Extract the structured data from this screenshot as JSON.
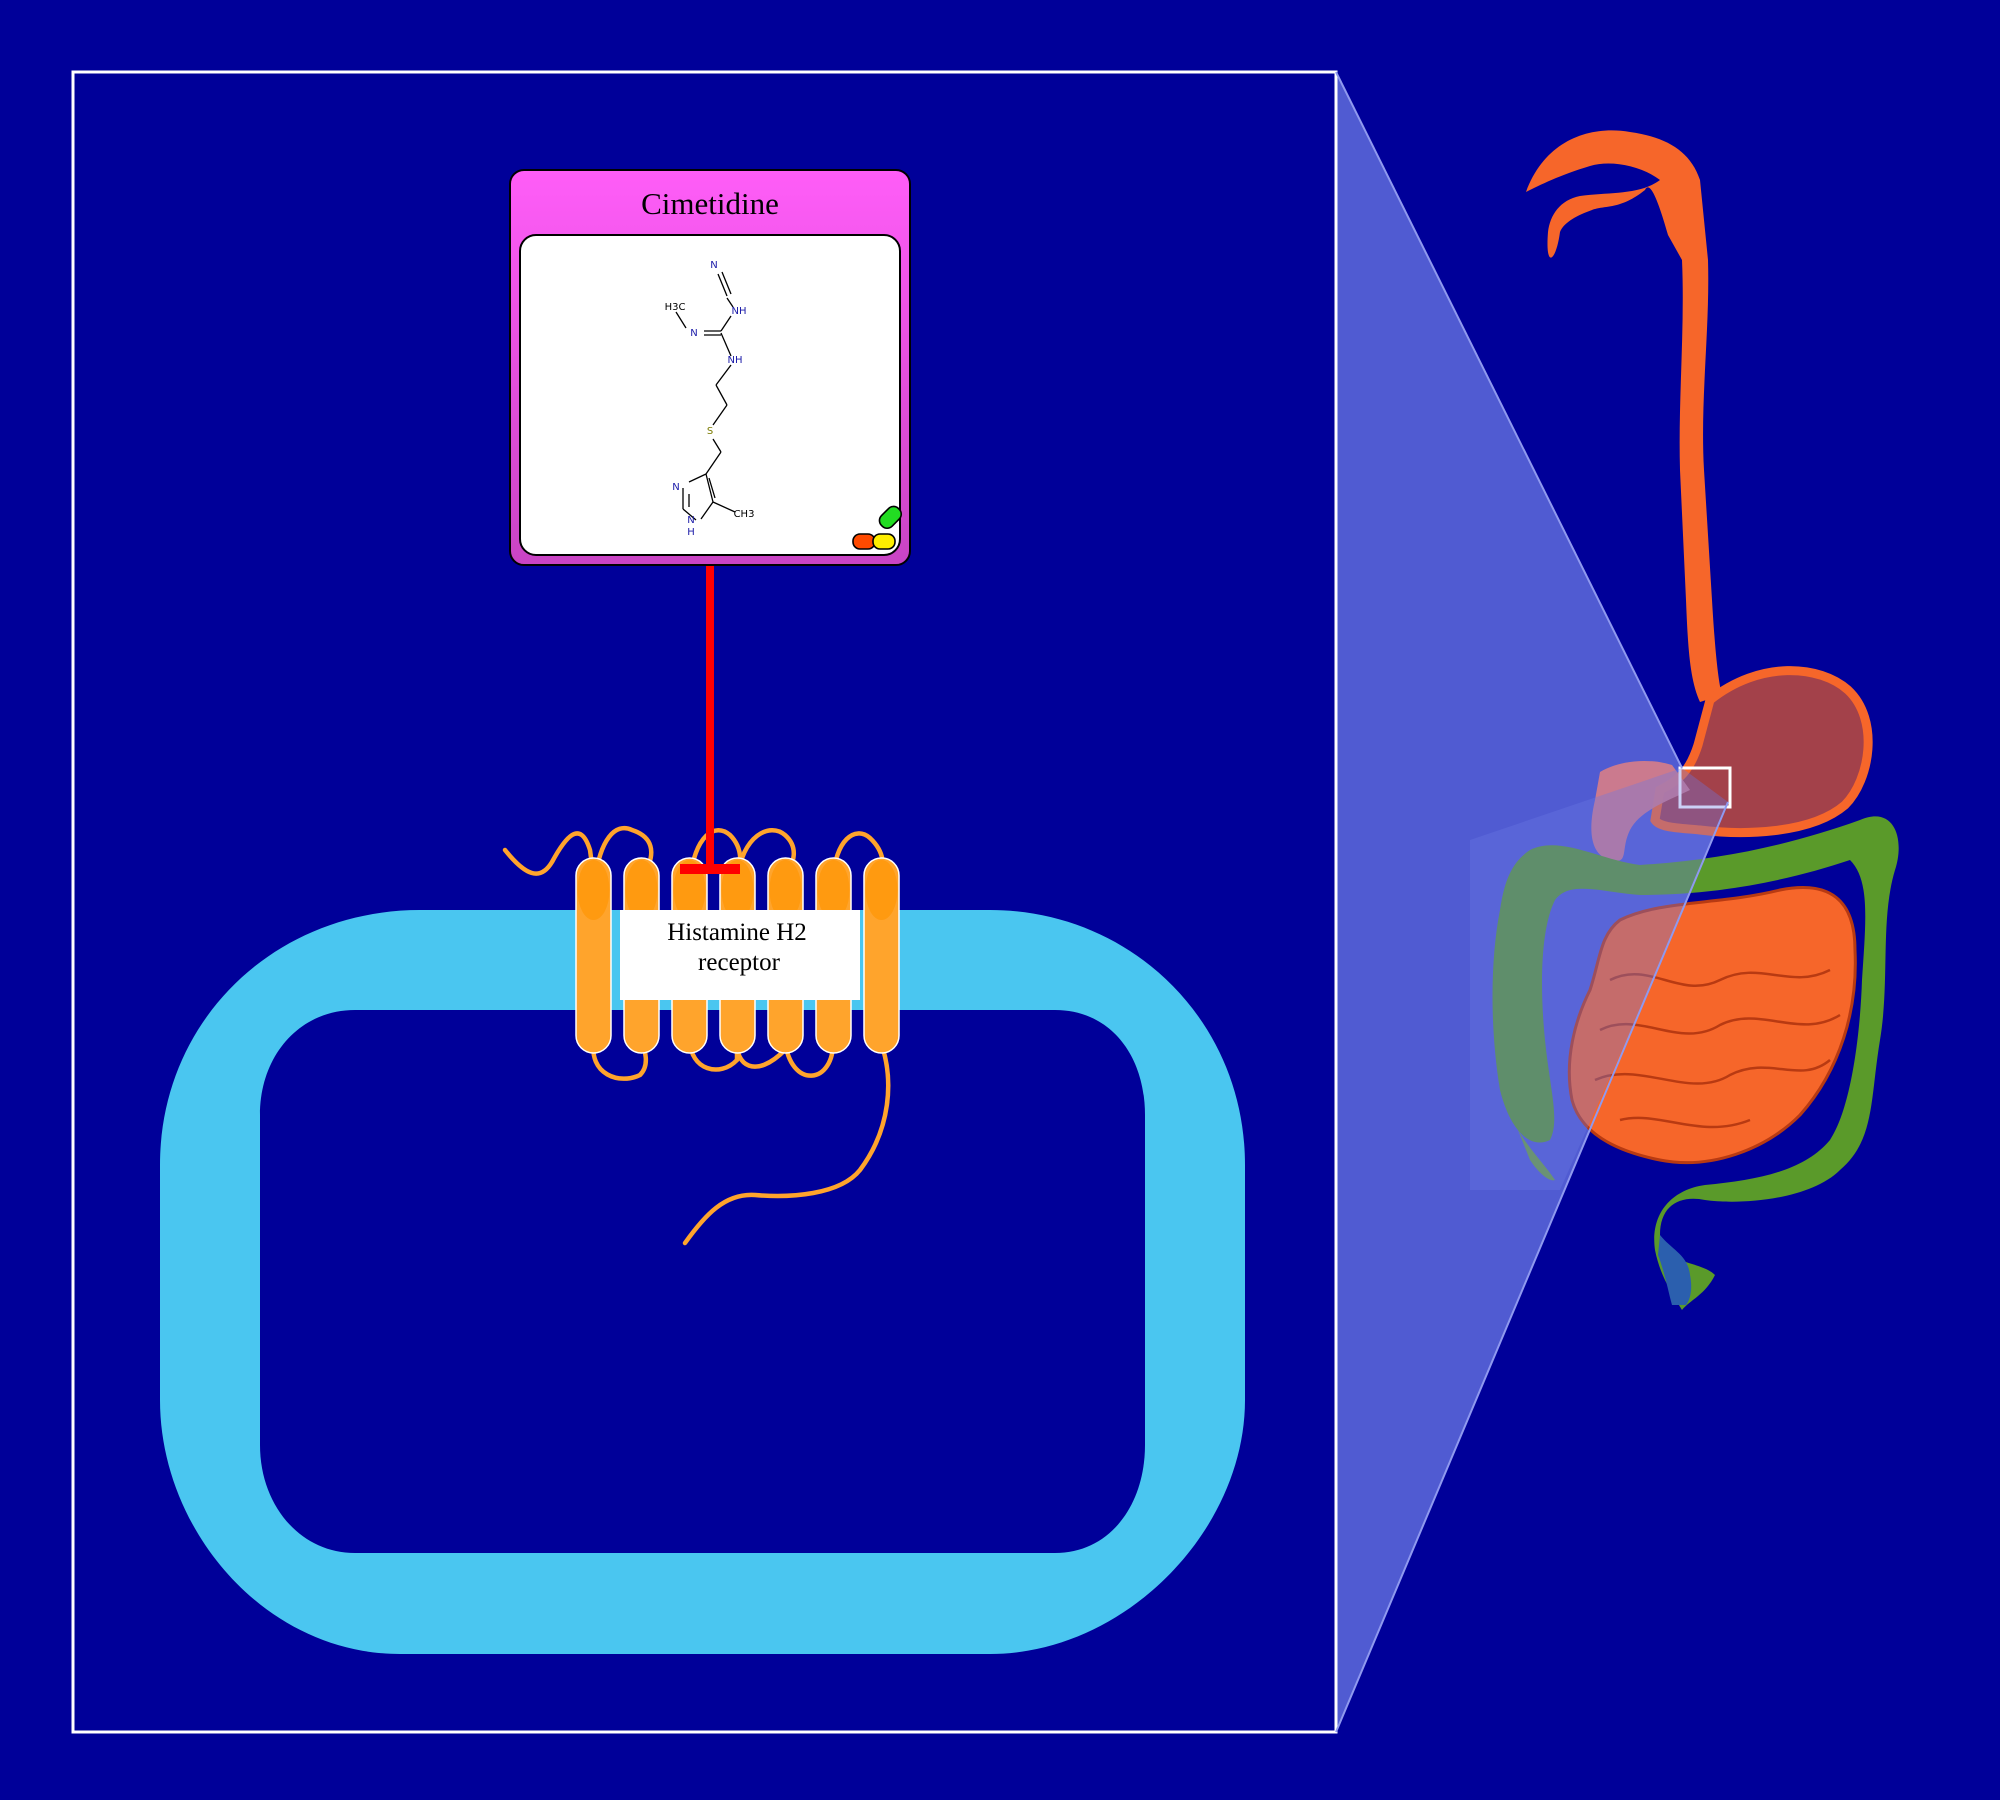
{
  "drug": {
    "name": "Cimetidine",
    "header_color": "#f857f2",
    "atoms": {
      "n_nitrile": "N",
      "nh_top": "NH",
      "h3c_left": "H3C",
      "n_left": "N",
      "nh_mid": "NH",
      "s": "S",
      "n_ring": "N",
      "nh_ring": "N",
      "h_ring": "H",
      "ch3_ring": "CH3"
    }
  },
  "receptor": {
    "label_line1": "Histamine H2",
    "label_line2": "receptor",
    "color": "#ffa42c"
  },
  "interaction": {
    "type": "inhibition",
    "color": "#ff0000"
  },
  "cell": {
    "membrane_color": "#4ac6f0"
  },
  "colors": {
    "background": "#000099",
    "esophagus": "#f6662a",
    "stomach": "#a3414a",
    "small_intestine": "#f6662a",
    "large_intestine": "#5a9a2a"
  }
}
